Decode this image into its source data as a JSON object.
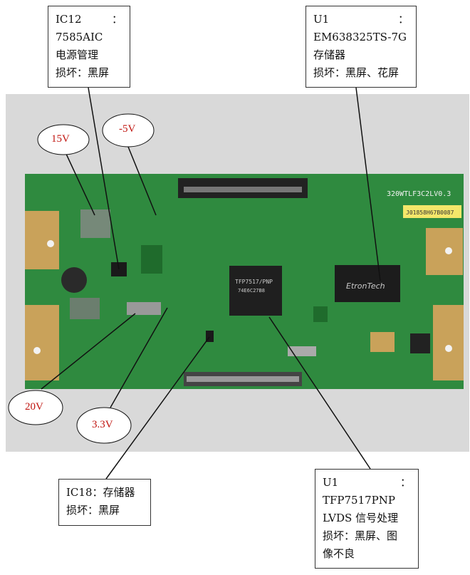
{
  "callouts": {
    "ic12": {
      "ref": "IC12",
      "sep": "：",
      "part": "7585AIC",
      "function": "电源管理",
      "damage": "损坏：黑屏"
    },
    "u1_memory": {
      "ref": "U1",
      "sep": "：",
      "part": "EM638325TS-7G",
      "function": "存储器",
      "damage": "损坏：黑屏、花屏"
    },
    "ic18": {
      "line1": "IC18：存储器",
      "damage": "损坏：黑屏"
    },
    "u1_lvds": {
      "ref": "U1",
      "sep": "：",
      "part": "TFP7517PNP",
      "function": "LVDS 信号处理",
      "damage": "损坏：黑屏、图",
      "damage_cont": "像不良"
    }
  },
  "voltage_tags": [
    "15V",
    "-5V",
    "20V",
    "3.3V"
  ],
  "board": {
    "model_text": "320WTLF3C2LV0.3",
    "sticker_text": "J01858H67B0087",
    "lvds_chip_text": "TFP7517/PNP",
    "lvds_chip_code": "74E6C27B8",
    "memory_chip_text": "EtronTech"
  },
  "colors": {
    "pcb": "#2f8a3f",
    "pcb_dark": "#1f6b2c",
    "gold": "#c9a25a",
    "tag_text": "#c0140f",
    "background": "#dcdcdc"
  }
}
